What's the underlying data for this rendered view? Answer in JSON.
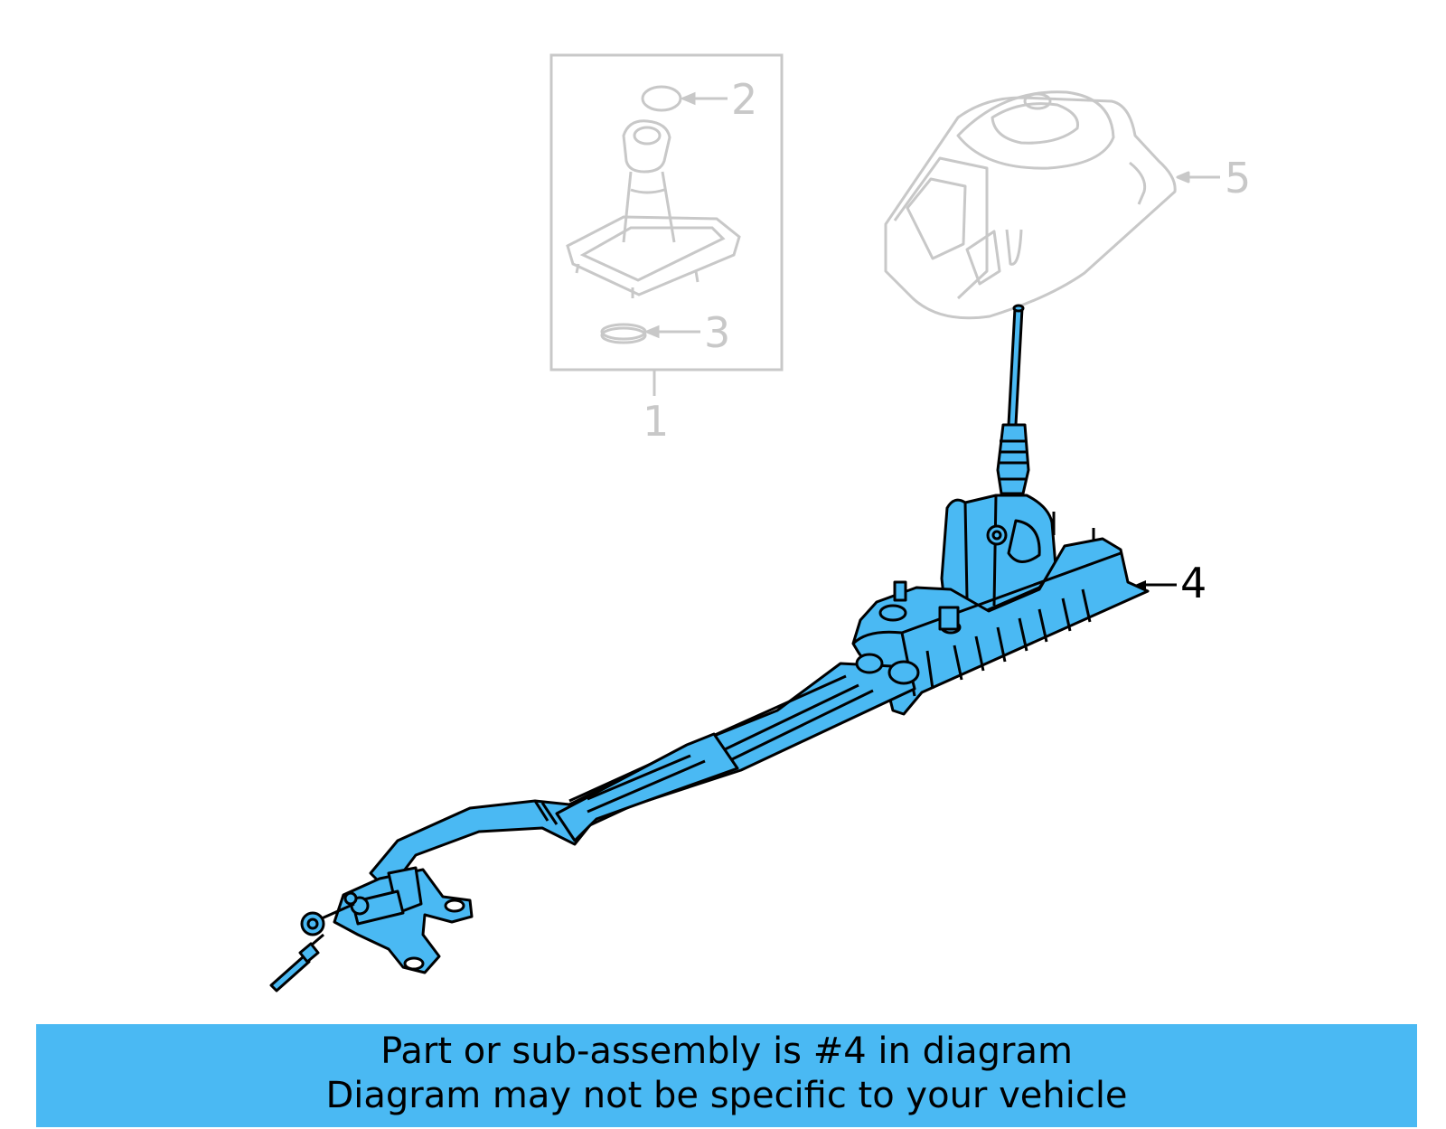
{
  "diagram": {
    "highlight_color": "#4ab9f3",
    "dim_color": "#c8c8c8",
    "callouts": [
      {
        "number": "1",
        "part": "shift-knob-boot-assembly",
        "highlighted": false
      },
      {
        "number": "2",
        "part": "knob-insert-ring",
        "highlighted": false
      },
      {
        "number": "3",
        "part": "boot-retaining-ring",
        "highlighted": false
      },
      {
        "number": "4",
        "part": "gear-shift-assembly-with-cables",
        "highlighted": true
      },
      {
        "number": "5",
        "part": "console-shifter-housing",
        "highlighted": false
      }
    ]
  },
  "banner": {
    "line1": "Part or sub-assembly is #4 in diagram",
    "line2": "Diagram may not be specific to your vehicle",
    "background": "#4ab9f3"
  }
}
